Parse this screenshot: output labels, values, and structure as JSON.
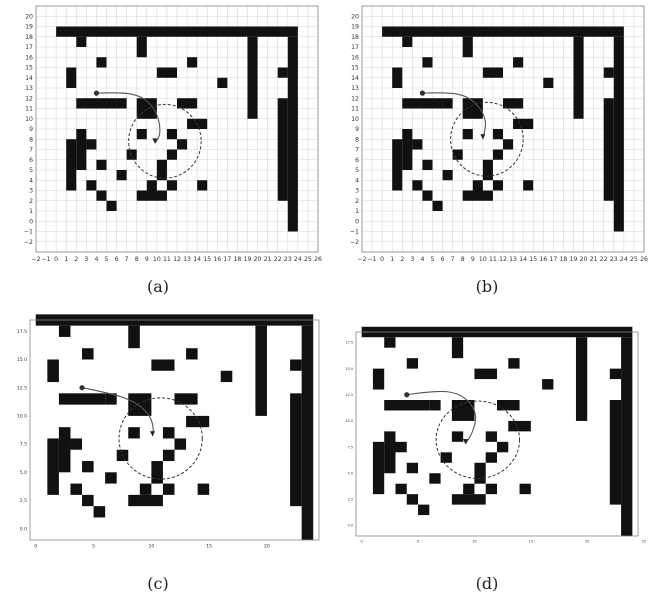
{
  "figure": {
    "captions": [
      "(a)",
      "(b)",
      "(c)",
      "(d)"
    ]
  },
  "colors": {
    "obstacle": "#111111",
    "grid": "#d8d8d8",
    "frame": "#888888",
    "path": "#555555",
    "circle": "#333333"
  },
  "chart_data": [
    {
      "type": "other",
      "caption": "(a)",
      "grid": true,
      "xlim": [
        -2,
        26
      ],
      "ylim": [
        -3,
        21
      ],
      "xtick_labels": [
        "−2",
        "−1",
        "0",
        "1",
        "2",
        "3",
        "4",
        "5",
        "6",
        "7",
        "8",
        "9",
        "10",
        "11",
        "12",
        "13",
        "14",
        "15",
        "16",
        "17",
        "18",
        "19",
        "20",
        "21",
        "22",
        "23",
        "24",
        "25",
        "26"
      ],
      "ytick_labels": [
        "−2",
        "−1",
        "0",
        "1",
        "2",
        "3",
        "4",
        "5",
        "6",
        "7",
        "8",
        "9",
        "10",
        "11",
        "12",
        "13",
        "14",
        "15",
        "16",
        "17",
        "18",
        "19",
        "20"
      ],
      "path_x": [
        4,
        6.5,
        8.5,
        9.8,
        10.3,
        10.3,
        9.8
      ],
      "path_y": [
        12.5,
        12.6,
        12.2,
        11.0,
        9.5,
        8.3,
        7.6
      ],
      "circle": {
        "cx": 10.8,
        "cy": 7.8,
        "r": 3.6
      },
      "variant": "a"
    },
    {
      "type": "other",
      "caption": "(b)",
      "grid": true,
      "xlim": [
        -2,
        26
      ],
      "ylim": [
        -3,
        21
      ],
      "xtick_labels": [
        "−2",
        "−1",
        "0",
        "1",
        "2",
        "3",
        "4",
        "5",
        "6",
        "7",
        "8",
        "9",
        "10",
        "11",
        "12",
        "13",
        "14",
        "15",
        "16",
        "17",
        "18",
        "19",
        "20",
        "21",
        "22",
        "23",
        "24",
        "25",
        "26"
      ],
      "ytick_labels": [
        "−2",
        "−1",
        "0",
        "1",
        "2",
        "3",
        "4",
        "5",
        "6",
        "7",
        "8",
        "9",
        "10",
        "11",
        "12",
        "13",
        "14",
        "15",
        "16",
        "17",
        "18",
        "19",
        "20"
      ],
      "path_x": [
        4,
        6.5,
        8.5,
        9.8,
        10.3,
        10.2,
        10.0
      ],
      "path_y": [
        12.5,
        12.6,
        12.2,
        11.0,
        9.8,
        8.8,
        8.0
      ],
      "circle": {
        "cx": 10.4,
        "cy": 8.0,
        "r": 3.6
      },
      "variant": "b"
    },
    {
      "type": "other",
      "caption": "(c)",
      "grid": false,
      "xlim": [
        -0.5,
        24.5
      ],
      "ylim": [
        -1,
        18.5
      ],
      "xtick_labels": [
        "0",
        "5",
        "10",
        "15",
        "20"
      ],
      "ytick_labels": [
        "0.0",
        "2.5",
        "5.0",
        "7.5",
        "10.0",
        "12.5",
        "15.0",
        "17.5"
      ],
      "path_x": [
        4,
        6.5,
        8.5,
        9.8,
        10.2,
        10.1
      ],
      "path_y": [
        12.5,
        12.0,
        11.3,
        10.2,
        9.0,
        8.2
      ],
      "circle": {
        "cx": 10.8,
        "cy": 8.0,
        "r": 3.6
      },
      "variant": "c"
    },
    {
      "type": "other",
      "caption": "(d)",
      "grid": false,
      "xlim": [
        -0.5,
        24.5
      ],
      "ylim": [
        -1,
        18.5
      ],
      "xtick_labels": [
        "0",
        "5",
        "10",
        "15",
        "20",
        "25"
      ],
      "ytick_labels": [
        "0.0",
        "2.5",
        "5.0",
        "7.5",
        "10.0",
        "12.5",
        "15.0",
        "17.5"
      ],
      "path_x": [
        4,
        6.5,
        8.5,
        9.8,
        10.2,
        9.8,
        9.2
      ],
      "path_y": [
        12.5,
        12.9,
        12.7,
        11.6,
        10.3,
        8.8,
        7.8
      ],
      "circle": {
        "cx": 10.3,
        "cy": 8.2,
        "r": 3.7
      },
      "variant": "d"
    }
  ]
}
